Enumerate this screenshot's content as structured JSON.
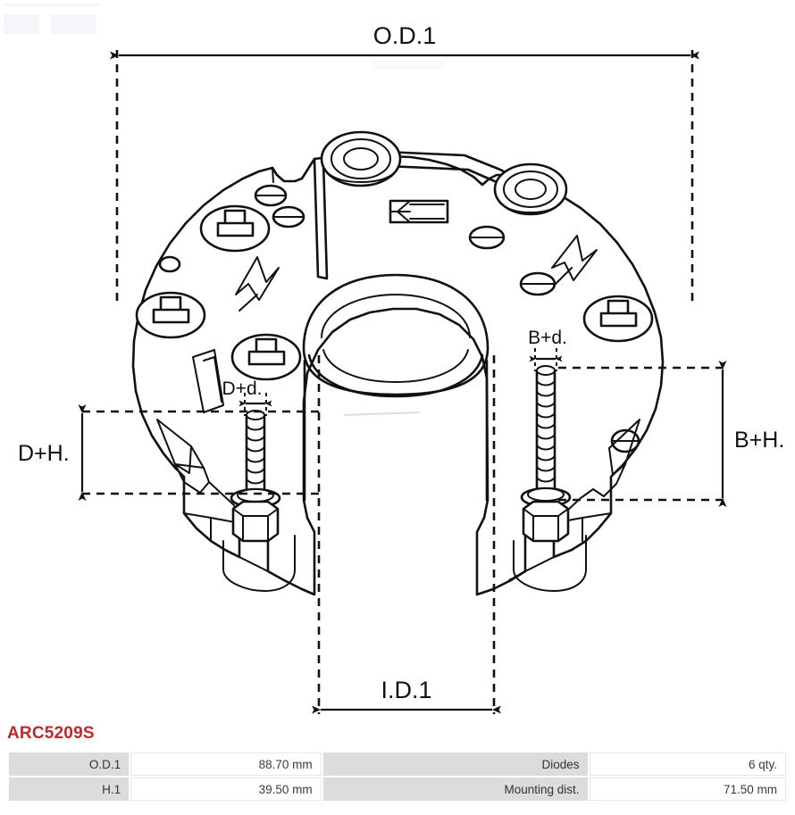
{
  "part_number": "ARC5209S",
  "accent_color": "#c0282a",
  "drawing": {
    "title": "alternator-rectifier-technical-drawing",
    "dimension_labels": {
      "od": "O.D.1",
      "id": "I.D.1",
      "d_h": "D+H.",
      "d_d": "D+d.",
      "b_h": "B+H.",
      "b_d": "B+d."
    }
  },
  "spec_table": {
    "rows": [
      {
        "label_left": "O.D.1",
        "value_left": "88.70 mm",
        "label_right": "Diodes",
        "value_right": "6 qty."
      },
      {
        "label_left": "H.1",
        "value_left": "39.50 mm",
        "label_right": "Mounting dist.",
        "value_right": "71.50 mm"
      }
    ]
  }
}
